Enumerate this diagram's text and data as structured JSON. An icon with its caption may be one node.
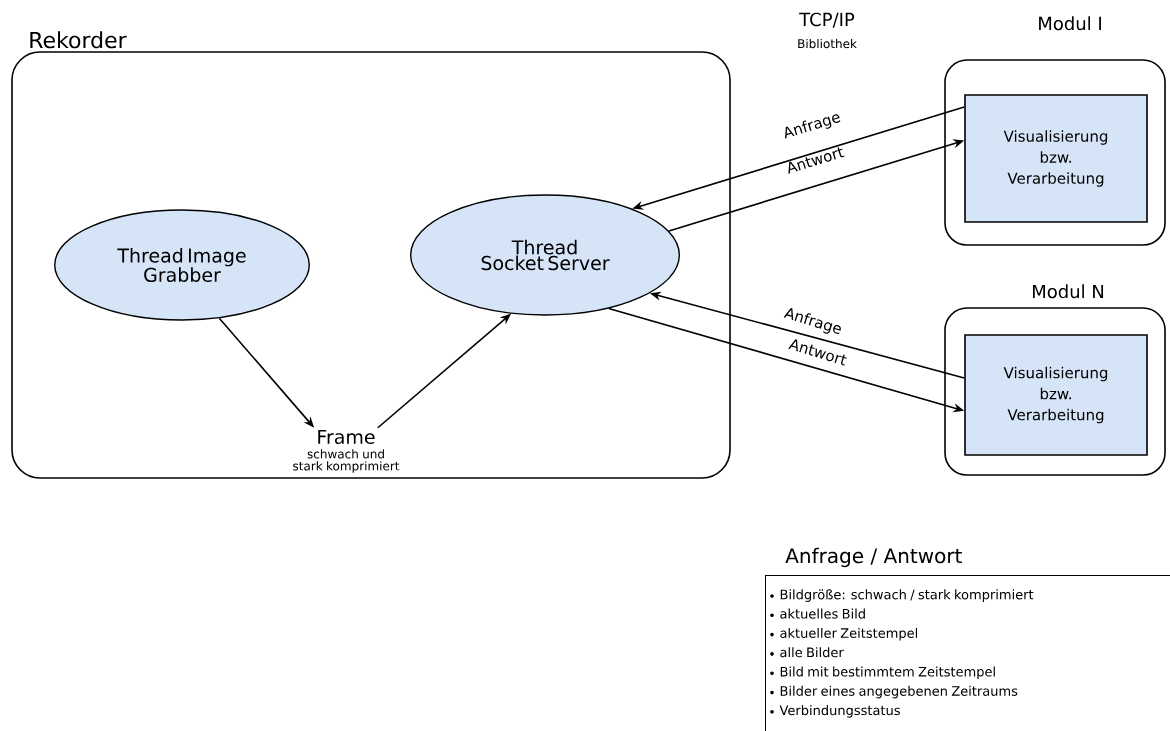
{
  "diagram": {
    "nodes": [
      {
        "text": [
          "Rekorder"
        ]
      },
      {
        "text": [
          "Thread Image Grabber"
        ],
        "in": 0
      },
      {
        "text": [
          "Thread Socket Server"
        ],
        "in": 0
      },
      {
        "text": [
          "Frame"
        ],
        "beside": [
          "schwach und stark komprimiert"
        ],
        "in": 0
      },
      {
        "text": [
          "Modul I"
        ]
      },
      {
        "text": [
          "Visualisierung bzw. Verarbeitung"
        ],
        "in": 4
      },
      {
        "text": [
          "Modul N"
        ]
      },
      {
        "text": [
          "Visualisierung bzw. Verarbeitung"
        ],
        "in": 6
      },
      {
        "text": [
          "Anfrage / Antwort",
          "Bildgröße: schwach / stark komprimiert",
          "aktuelles Bild",
          "aktueller Zeitstempel",
          "alle Bilder",
          "Bild mit bestimmtem Zeitstempel",
          "Bilder eines angegebenen Zeitraums",
          "Verbindungsstatus"
        ]
      }
    ],
    "edges": [
      {
        "from": 1,
        "to": 3,
        "arrow": "to"
      },
      {
        "from": 3,
        "to": 2,
        "arrow": "to"
      },
      {
        "from": 5,
        "to": 2,
        "arrow": "to",
        "label": "Anfrage"
      },
      {
        "from": 2,
        "to": 5,
        "arrow": "to",
        "label": "Antwort"
      },
      {
        "from": 7,
        "to": 2,
        "arrow": "to",
        "label": "Anfrage"
      },
      {
        "from": 2,
        "to": 7,
        "arrow": "to",
        "label": "Antwort"
      }
    ],
    "labels": [
      "TCP/IP",
      "Bibliothek"
    ]
  }
}
